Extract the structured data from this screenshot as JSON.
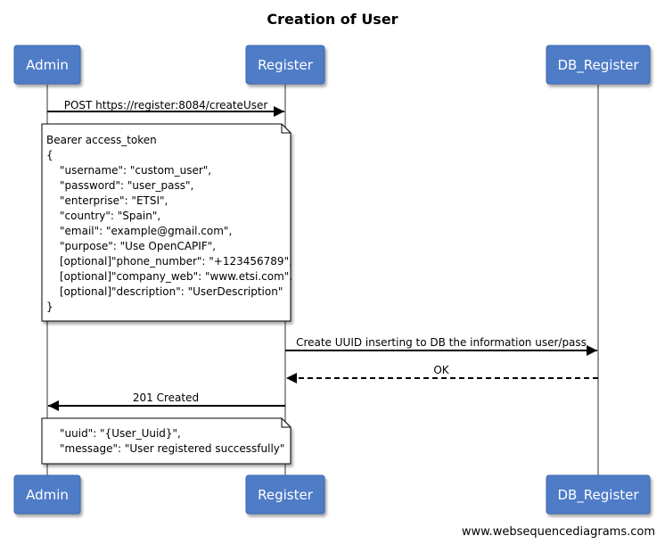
{
  "title": "Creation of User",
  "actors": {
    "admin": "Admin",
    "register": "Register",
    "db": "DB_Register"
  },
  "messages": {
    "post": "POST https://register:8084/createUser",
    "create": "Create UUID inserting to DB the information user/pass",
    "ok": "OK",
    "created": "201 Created"
  },
  "request_note": [
    "Bearer access_token",
    "{",
    "\"username\": \"custom_user\",",
    "\"password\": \"user_pass\",",
    "\"enterprise\": \"ETSI\",",
    "\"country\": \"Spain\",",
    "\"email\": \"example@gmail.com\",",
    "\"purpose\": \"Use OpenCAPIF\",",
    "[optional]\"phone_number\": \"+123456789\",",
    "[optional]\"company_web\": \"www.etsi.com\",",
    "[optional]\"description\": \"UserDescription\"",
    "}"
  ],
  "response_note": [
    "\"uuid\": \"{User_Uuid}\",",
    "\"message\": \"User registered successfully\""
  ],
  "credit": "www.websequencediagrams.com",
  "colors": {
    "actor_fill": "#4f7cc7",
    "actor_border": "#3a66b0",
    "lifeline": "#999999",
    "note_fill": "#ffffff"
  }
}
